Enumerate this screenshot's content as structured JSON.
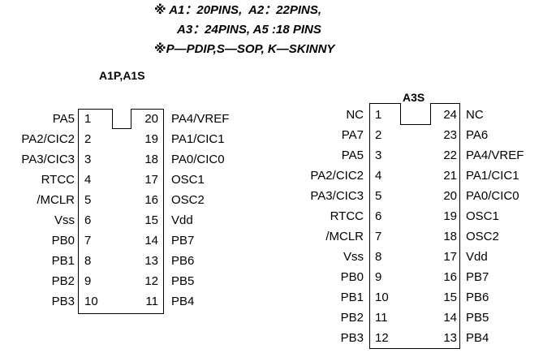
{
  "notes": {
    "line1": "※ A1：20PINS,  A2：22PINS,",
    "line2": "A3：24PINS, A5 :18 PINS",
    "line3": "※P—PDIP,S—SOP, K—SKINNY"
  },
  "chips": [
    {
      "title": "A1P,A1S",
      "left_pins": [
        {
          "num": "1",
          "name": "PA5"
        },
        {
          "num": "2",
          "name": "PA2/CIC2"
        },
        {
          "num": "3",
          "name": "PA3/CIC3"
        },
        {
          "num": "4",
          "name": "RTCC"
        },
        {
          "num": "5",
          "name": "/MCLR"
        },
        {
          "num": "6",
          "name": "Vss"
        },
        {
          "num": "7",
          "name": "PB0"
        },
        {
          "num": "8",
          "name": "PB1"
        },
        {
          "num": "9",
          "name": "PB2"
        },
        {
          "num": "10",
          "name": "PB3"
        }
      ],
      "right_pins": [
        {
          "num": "20",
          "name": "PA4/VREF"
        },
        {
          "num": "19",
          "name": "PA1/CIC1"
        },
        {
          "num": "18",
          "name": "PA0/CIC0"
        },
        {
          "num": "17",
          "name": "OSC1"
        },
        {
          "num": "16",
          "name": "OSC2"
        },
        {
          "num": "15",
          "name": "Vdd"
        },
        {
          "num": "14",
          "name": "PB7"
        },
        {
          "num": "13",
          "name": "PB6"
        },
        {
          "num": "12",
          "name": "PB5"
        },
        {
          "num": "11",
          "name": "PB4"
        }
      ]
    },
    {
      "title": "A3S",
      "left_pins": [
        {
          "num": "1",
          "name": "NC"
        },
        {
          "num": "2",
          "name": "PA7"
        },
        {
          "num": "3",
          "name": "PA5"
        },
        {
          "num": "4",
          "name": "PA2/CIC2"
        },
        {
          "num": "5",
          "name": "PA3/CIC3"
        },
        {
          "num": "6",
          "name": "RTCC"
        },
        {
          "num": "7",
          "name": "/MCLR"
        },
        {
          "num": "8",
          "name": "Vss"
        },
        {
          "num": "9",
          "name": "PB0"
        },
        {
          "num": "10",
          "name": "PB1"
        },
        {
          "num": "11",
          "name": "PB2"
        },
        {
          "num": "12",
          "name": "PB3"
        }
      ],
      "right_pins": [
        {
          "num": "24",
          "name": "NC"
        },
        {
          "num": "23",
          "name": "PA6"
        },
        {
          "num": "22",
          "name": "PA4/VREF"
        },
        {
          "num": "21",
          "name": "PA1/CIC1"
        },
        {
          "num": "20",
          "name": "PA0/CIC0"
        },
        {
          "num": "19",
          "name": "OSC1"
        },
        {
          "num": "18",
          "name": "OSC2"
        },
        {
          "num": "17",
          "name": "Vdd"
        },
        {
          "num": "16",
          "name": "PB7"
        },
        {
          "num": "15",
          "name": "PB6"
        },
        {
          "num": "14",
          "name": "PB5"
        },
        {
          "num": "13",
          "name": "PB4"
        }
      ]
    }
  ]
}
